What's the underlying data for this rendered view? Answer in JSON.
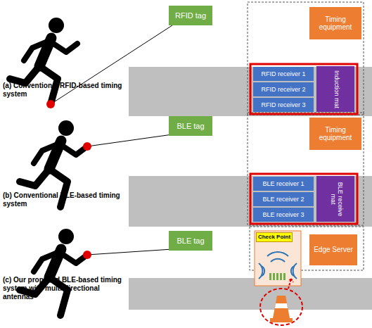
{
  "diagram": {
    "nodes": [
      {
        "text": [
          "RFID tag"
        ]
      },
      {
        "text": [
          "Timing equipment"
        ]
      },
      {
        "text": [
          "RFID receiver 1"
        ]
      },
      {
        "text": [
          "RFID receiver 2"
        ]
      },
      {
        "text": [
          "RFID receiver 3"
        ]
      },
      {
        "text": [
          "Induction mat"
        ]
      },
      {
        "text": [
          "BLE tag"
        ]
      },
      {
        "text": [
          "Timing equipment"
        ]
      },
      {
        "text": [
          "BLE receiver 1"
        ]
      },
      {
        "text": [
          "BLE receiver 2"
        ]
      },
      {
        "text": [
          "BLE receiver 3"
        ]
      },
      {
        "text": [
          "BLE receive mat"
        ]
      },
      {
        "text": [
          "BLE tag"
        ]
      },
      {
        "text": [
          "Check Point"
        ]
      },
      {
        "text": [
          "Edge Server"
        ]
      }
    ],
    "labels": [
      "(a) Conventional RFID-based timing system",
      "(b) Conventional BLE-based timing system",
      "(c) Our proposed BLE-based timing system with multi-directional antennas"
    ]
  }
}
